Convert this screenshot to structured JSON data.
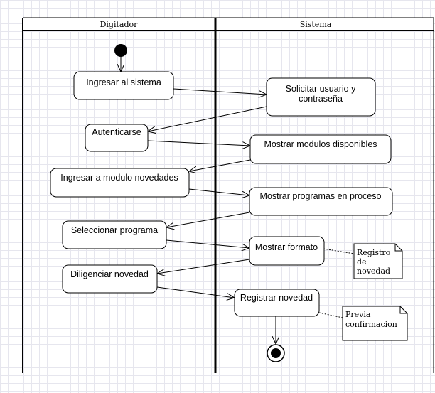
{
  "swimlanes": [
    {
      "label": "Digitador"
    },
    {
      "label": "Sistema"
    }
  ],
  "actions": {
    "ingresar_sistema": {
      "label": "Ingresar al sistema"
    },
    "solicitar_usuario": {
      "lines": [
        "Solicitar usuario y",
        "contraseña"
      ]
    },
    "autenticarse": {
      "label": "Autenticarse"
    },
    "mostrar_modulos": {
      "label": "Mostrar modulos disponibles"
    },
    "ingresar_modulo": {
      "label": "Ingresar a modulo novedades"
    },
    "mostrar_programas": {
      "label": "Mostrar programas en proceso"
    },
    "seleccionar_programa": {
      "label": "Seleccionar programa"
    },
    "mostrar_formato": {
      "label": "Mostrar formato"
    },
    "diligenciar_novedad": {
      "label": "Diligenciar novedad"
    },
    "registrar_novedad": {
      "label": "Registrar novedad"
    }
  },
  "notes": {
    "registro_novedad": {
      "lines": [
        "Registro",
        "de",
        "novedad"
      ]
    },
    "previa_confirmacion": {
      "lines": [
        "Previa",
        "confirmacion"
      ]
    }
  }
}
